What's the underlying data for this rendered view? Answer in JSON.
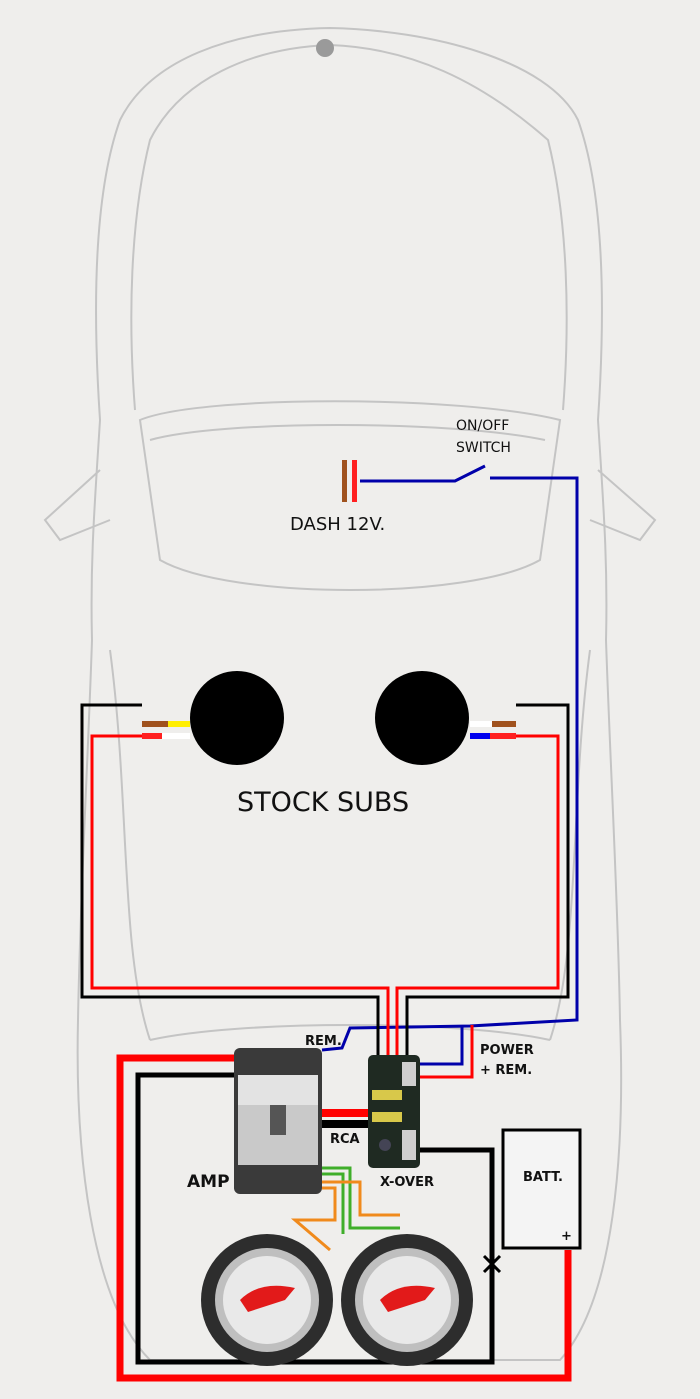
{
  "labels": {
    "switch_line1": "ON/OFF",
    "switch_line2": "SWITCH",
    "dash": "DASH 12V.",
    "stock_subs": "STOCK SUBS",
    "rem": "REM.",
    "power_line1": "POWER",
    "power_line2": "+ REM.",
    "rca": "RCA",
    "amp": "AMP",
    "xover": "X-OVER",
    "batt": "BATT.",
    "batt_plus": "+"
  },
  "colors": {
    "power": "#ff0000",
    "ground": "#000000",
    "remote": "#0000aa",
    "speaker_green": "#3fae2a",
    "speaker_orange": "#f08a1c",
    "car_outline": "#c4c4c4"
  }
}
